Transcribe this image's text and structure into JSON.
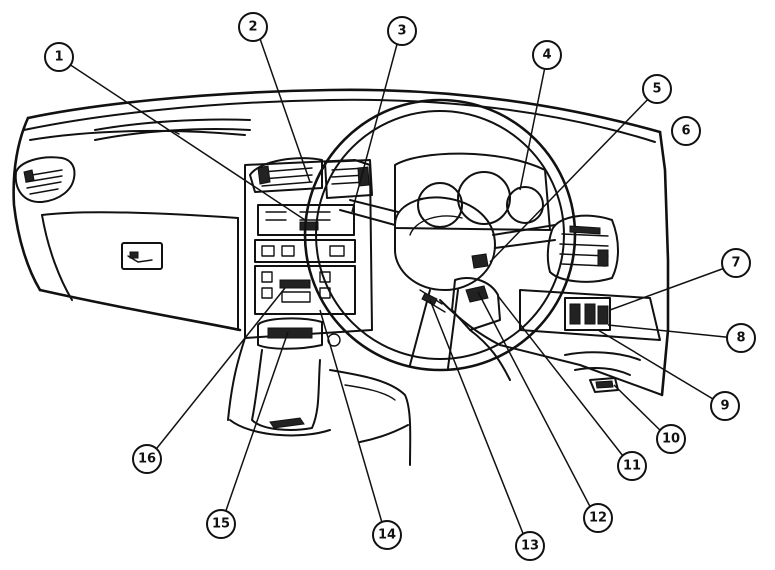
{
  "callouts": [
    {
      "id": 1,
      "label": "1"
    },
    {
      "id": 2,
      "label": "2"
    },
    {
      "id": 3,
      "label": "3"
    },
    {
      "id": 4,
      "label": "4"
    },
    {
      "id": 5,
      "label": "5"
    },
    {
      "id": 6,
      "label": "6"
    },
    {
      "id": 7,
      "label": "7"
    },
    {
      "id": 8,
      "label": "8"
    },
    {
      "id": 9,
      "label": "9"
    },
    {
      "id": 10,
      "label": "10"
    },
    {
      "id": 11,
      "label": "11"
    },
    {
      "id": 12,
      "label": "12"
    },
    {
      "id": 13,
      "label": "13"
    },
    {
      "id": 14,
      "label": "14"
    },
    {
      "id": 15,
      "label": "15"
    },
    {
      "id": 16,
      "label": "16"
    }
  ]
}
